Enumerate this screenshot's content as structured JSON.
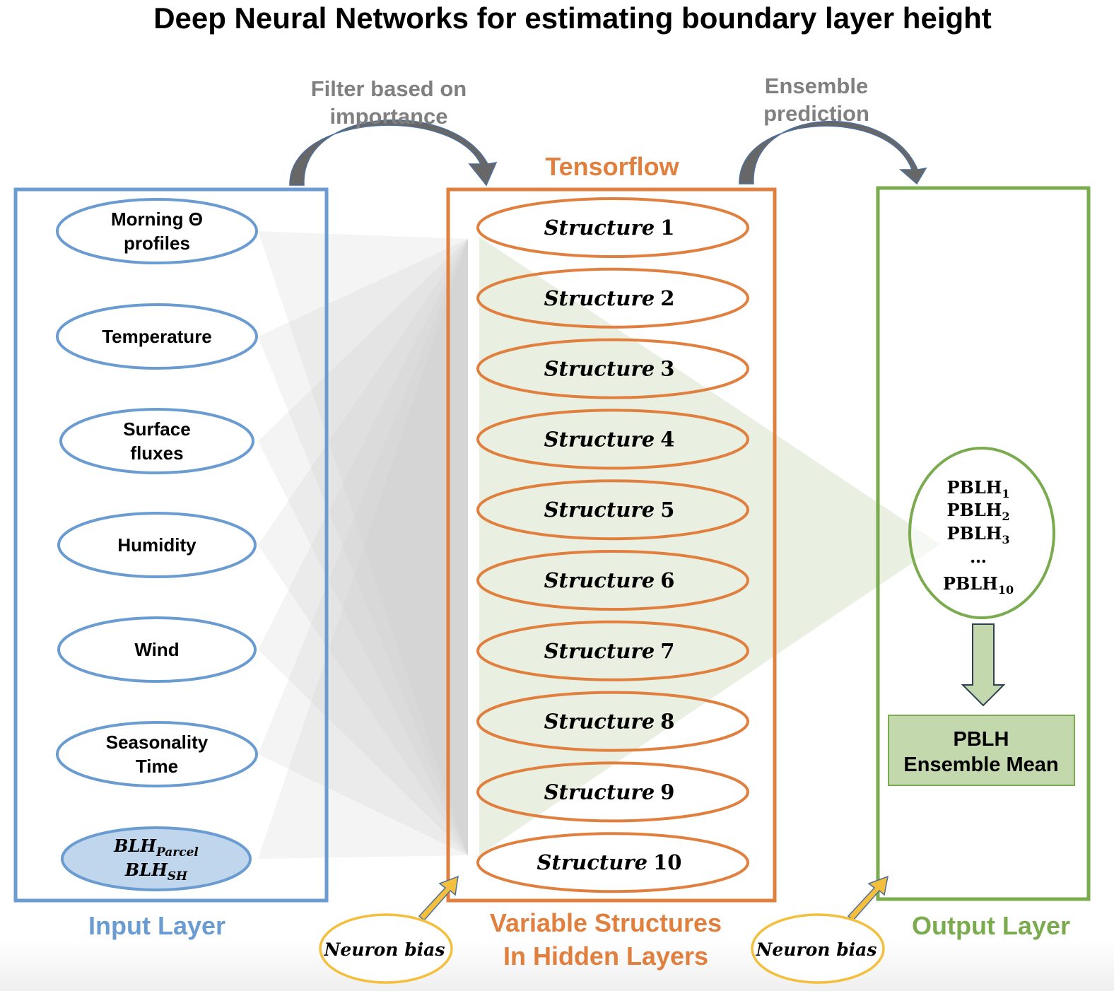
{
  "title": "Deep Neural Networks for estimating boundary layer height",
  "colors": {
    "input_blue": "#6a9bd1",
    "input_fill_highlight": "#c0d6ec",
    "hidden_orange": "#e07f3e",
    "output_green": "#7aab4f",
    "green_fill": "#c3d8ac",
    "bias_yellow": "#f3bf3d",
    "curved_arrow_gray": "#666666",
    "caption_gray": "#808080",
    "funnel_gray": "#d6d6d6",
    "funnel_green": "#e3ecd9"
  },
  "arrows": {
    "filter_label_line1": "Filter based on",
    "filter_label_line2": "importance",
    "ensemble_label_line1": "Ensemble",
    "ensemble_label_line2": "prediction"
  },
  "input_layer": {
    "label": "Input Layer",
    "nodes": [
      {
        "lines": [
          "Morning Θ",
          "profiles"
        ]
      },
      {
        "lines": [
          "Temperature"
        ]
      },
      {
        "lines": [
          "Surface",
          "fluxes"
        ]
      },
      {
        "lines": [
          "Humidity"
        ]
      },
      {
        "lines": [
          "Wind"
        ]
      },
      {
        "lines": [
          "Seasonality",
          "Time"
        ]
      }
    ],
    "blh_node": {
      "line1_main": "BLH",
      "line1_sub": "Parcel",
      "line2_main": "BLH",
      "line2_sub": "SH"
    }
  },
  "hidden_layer": {
    "framework": "Tensorflow",
    "label_line1": "Variable Structures",
    "label_line2": "In Hidden Layers",
    "structures": [
      {
        "word": "Structure",
        "num": "1"
      },
      {
        "word": "Structure",
        "num": "2"
      },
      {
        "word": "Structure",
        "num": "3"
      },
      {
        "word": "Structure",
        "num": "4"
      },
      {
        "word": "Structure",
        "num": "5"
      },
      {
        "word": "Structure",
        "num": "6"
      },
      {
        "word": "Structure",
        "num": "7"
      },
      {
        "word": "Structure",
        "num": "8"
      },
      {
        "word": "Structure",
        "num": "9"
      },
      {
        "word": "Structure",
        "num": "10"
      }
    ]
  },
  "output_layer": {
    "label": "Output Layer",
    "predictions": [
      {
        "main": "PBLH",
        "sub": "1"
      },
      {
        "main": "PBLH",
        "sub": "2"
      },
      {
        "main": "PBLH",
        "sub": "3"
      },
      {
        "main": "…",
        "sub": ""
      },
      {
        "main": "PBLH",
        "sub": "10"
      }
    ],
    "mean_line1": "PBLH",
    "mean_line2": "Ensemble Mean"
  },
  "bias": {
    "hidden_label": "Neuron bias",
    "output_label": "Neuron bias"
  }
}
